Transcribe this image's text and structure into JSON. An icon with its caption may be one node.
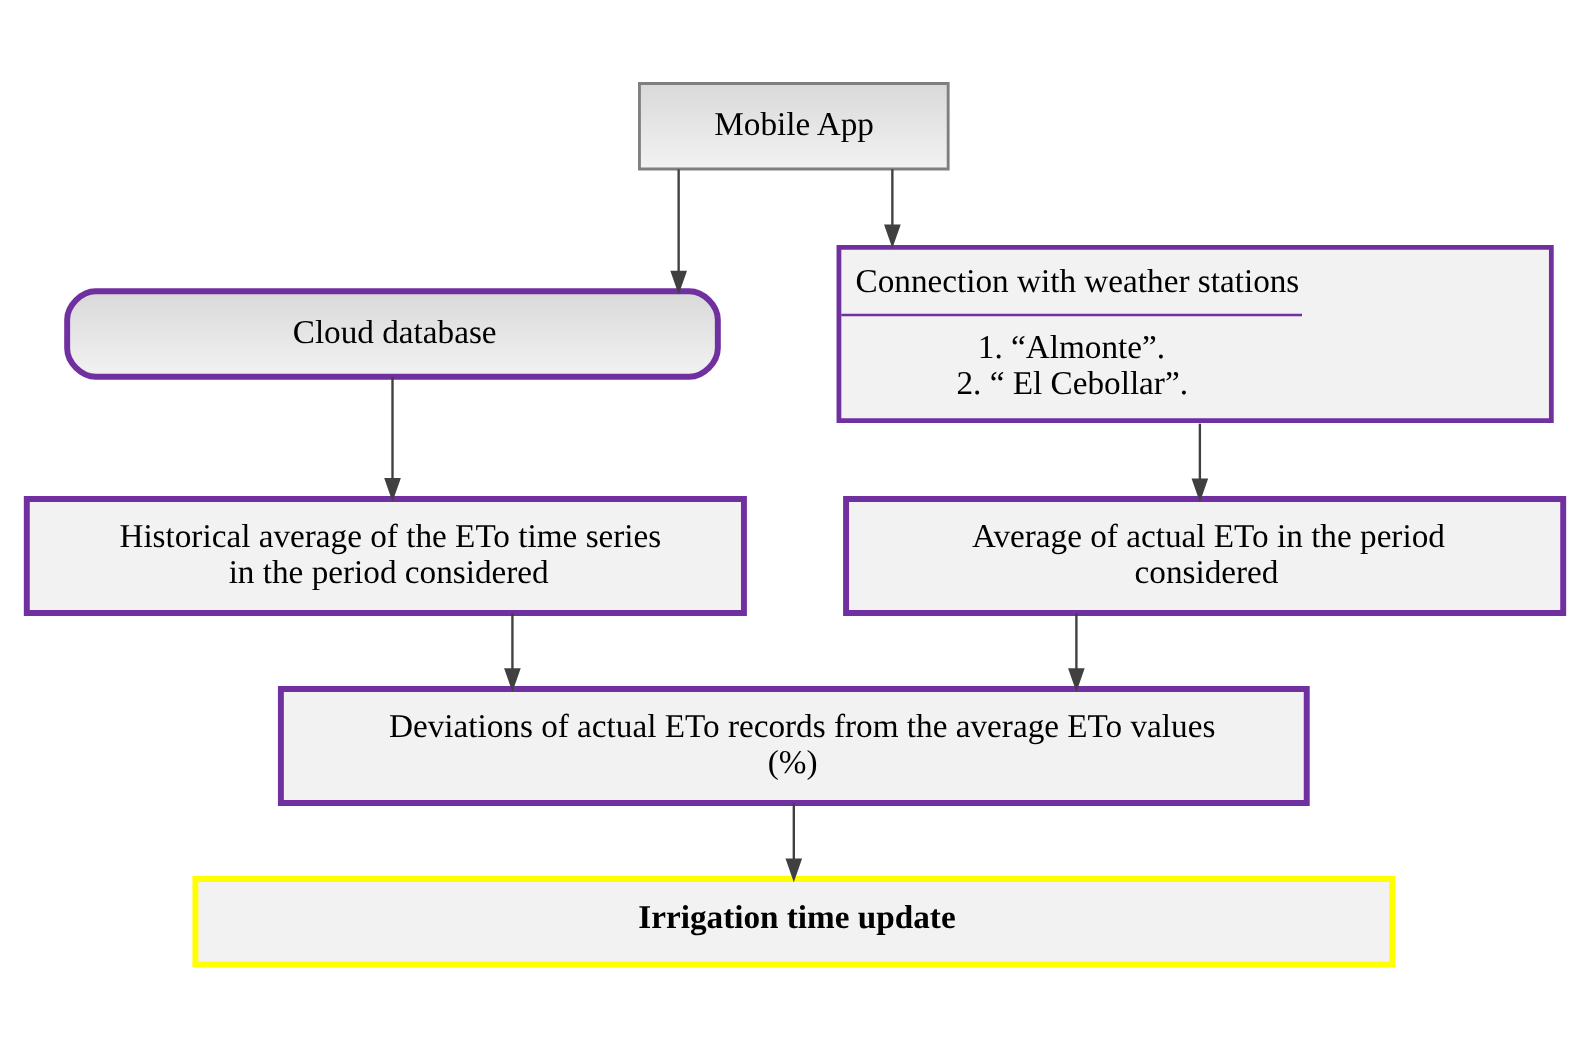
{
  "diagram": {
    "nodes": [
      {
        "text": [
          "Mobile App"
        ]
      },
      {
        "text": [
          "Cloud database"
        ]
      },
      {
        "text": [
          "Connection with weather stations",
          "1. “Almonte”.",
          "2. “ El Cebollar”."
        ]
      },
      {
        "text": [
          "Historical average of the ETo time series in the period considered"
        ]
      },
      {
        "text": [
          "Average of actual ETo in the period considered"
        ]
      },
      {
        "text": [
          "Deviations of actual ETo records from the average ETo values (%)"
        ]
      },
      {
        "text": [
          "Irrigation time update"
        ]
      }
    ],
    "edges": [
      {
        "from": 0,
        "to": 1,
        "arrow": "to"
      },
      {
        "from": 0,
        "to": 2,
        "arrow": "to"
      },
      {
        "from": 1,
        "to": 3,
        "arrow": "to"
      },
      {
        "from": 2,
        "to": 4,
        "arrow": "to"
      },
      {
        "from": 3,
        "to": 5,
        "arrow": "to"
      },
      {
        "from": 4,
        "to": 5,
        "arrow": "to"
      },
      {
        "from": 5,
        "to": 6,
        "arrow": "to"
      }
    ]
  }
}
